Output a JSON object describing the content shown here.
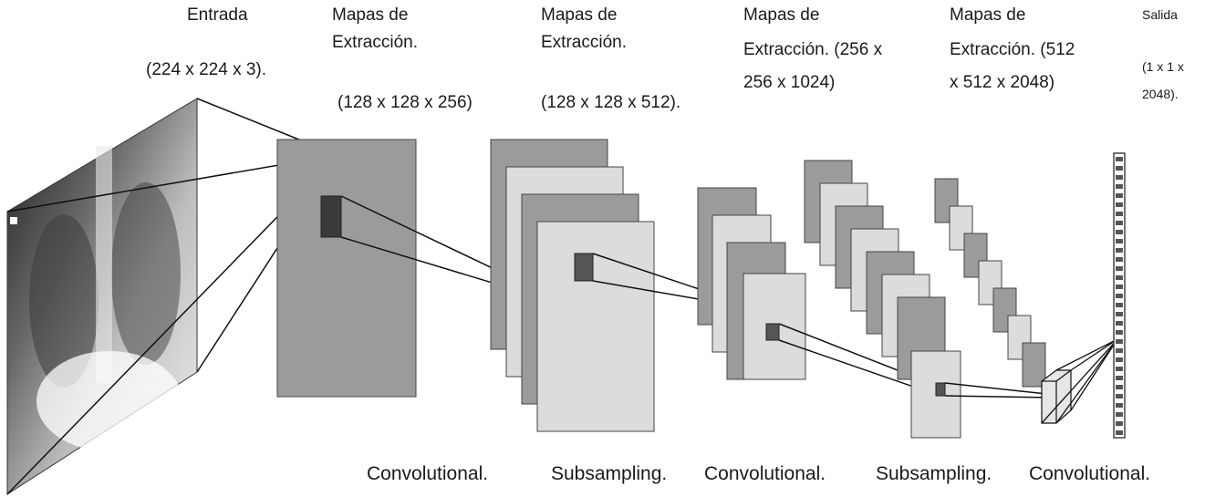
{
  "labels": {
    "input_title": "Entrada",
    "input_dims": "(224 x 224 x 3).",
    "map1_title_1": "Mapas de",
    "map1_title_2": "Extracción.",
    "map1_dims": "(128 x 128 x 256)",
    "map2_title_1": "Mapas de",
    "map2_title_2": "Extracción.",
    "map2_dims": "(128 x 128 x 512).",
    "map3_title_1": "Mapas de",
    "map3_title_2": "Extracción. (256 x",
    "map3_title_3": "256 x 1024)",
    "map4_title_1": "Mapas de",
    "map4_title_2": "Extracción. (512",
    "map4_title_3": "x 512 x 2048)",
    "output_title": "Salida",
    "output_dims_1": "(1 x 1 x",
    "output_dims_2": "2048)."
  },
  "stages": [
    "Convolutional.",
    "Subsampling.",
    "Convolutional.",
    "Subsampling.",
    "Convolutional."
  ],
  "colors": {
    "dark_map": "#9b9b9b",
    "light_map": "#dcdcdc",
    "line": "#111111",
    "output_bar": "#555555"
  }
}
